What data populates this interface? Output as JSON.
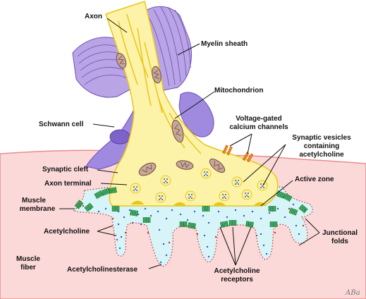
{
  "labels": {
    "axon": "Axon",
    "myelin_sheath": "Myelin sheath",
    "mitochondrion": "Mitochondrion",
    "schwann_cell": "Schwann cell",
    "voltage_gated_line1": "Voltage-gated",
    "voltage_gated_line2": "calcium channels",
    "vesicles_line1": "Synaptic vesicles",
    "vesicles_line2": "containing",
    "vesicles_line3": "acetylcholine",
    "synaptic_cleft": "Synaptic cleft",
    "axon_terminal": "Axon terminal",
    "active_zone": "Active zone",
    "muscle_membrane_line1": "Muscle",
    "muscle_membrane_line2": "membrane",
    "acetylcholine": "Acetylcholine",
    "junctional_folds_line1": "Junctional",
    "junctional_folds_line2": "folds",
    "muscle_fiber_line1": "Muscle",
    "muscle_fiber_line2": "fiber",
    "acetylcholinesterase": "Acetylcholinesterase",
    "receptors_line1": "Acetylcholine",
    "receptors_line2": "receptors"
  },
  "signature": "ABa",
  "colors": {
    "muscle": "#fcd9d9",
    "muscle_edge": "#e88c8c",
    "cleft": "#d7f5f8",
    "axon": "#fdf3a8",
    "axon_edge": "#e8c619",
    "myelin": "#b9a4e6",
    "myelin_line": "#6f4fb8",
    "mito": "#c6a79a",
    "vesicle": "#fbf0a0",
    "dot": "#2a5bd7",
    "receptor": "#1e8a3c",
    "esterase": "#d23030",
    "channel": "#f08a1a"
  }
}
